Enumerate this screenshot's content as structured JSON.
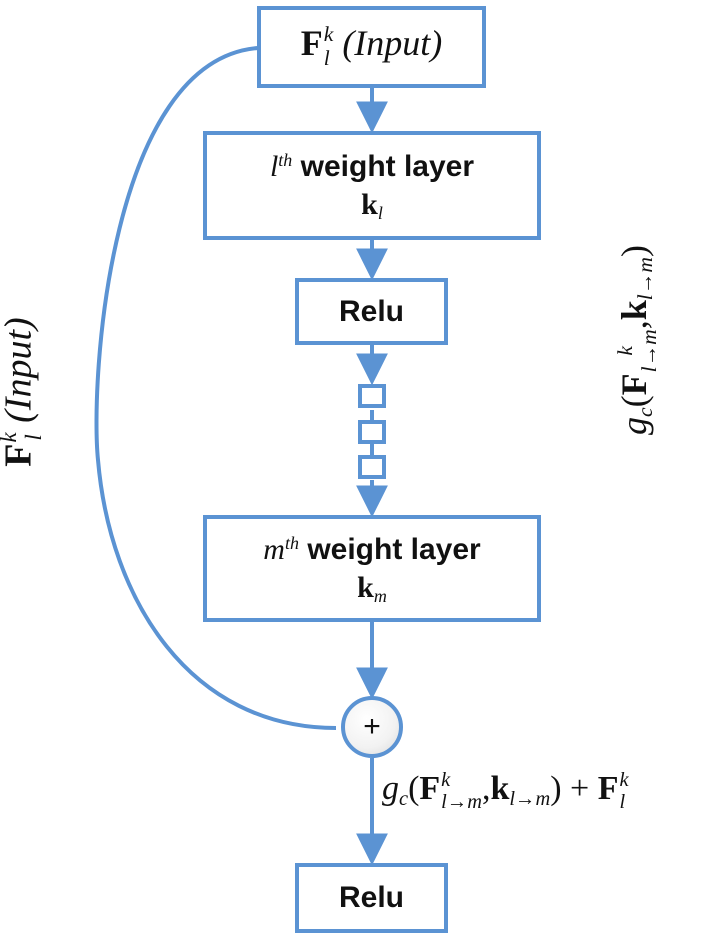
{
  "input_box": {
    "symbol": "F",
    "sup": "k",
    "sub": "l",
    "text": "(Input)"
  },
  "layer_l": {
    "prefix": "l",
    "prefix_sup": "th",
    "title": "weight layer",
    "kernel": "k",
    "kernel_sub": "l"
  },
  "relu_1": {
    "label": "Relu"
  },
  "layer_m": {
    "prefix": "m",
    "prefix_sup": "th",
    "title": "weight layer",
    "kernel": "k",
    "kernel_sub": "m"
  },
  "adder": {
    "symbol": "+"
  },
  "relu_2": {
    "label": "Relu"
  },
  "skip_label": {
    "symbol": "F",
    "sup": "k",
    "sub": "l",
    "text": "(Input)"
  },
  "side_label": {
    "func": "g",
    "func_sub": "c",
    "open": "(",
    "F": "F",
    "F_sup": "k",
    "F_sub": "l→m",
    "sep": ",",
    "k": "k",
    "k_sub": "l→m",
    "close": ")"
  },
  "output_label": {
    "func": "g",
    "func_sub": "c",
    "open": "(",
    "F": "F",
    "F_sup": "k",
    "F_sub": "l→m",
    "sep": ",",
    "k": "k",
    "k_sub": "l→m",
    "close": ")",
    "plus": "+",
    "F2": "F",
    "F2_sup": "k",
    "F2_sub": "l"
  },
  "colors": {
    "line": "#5b93d3"
  }
}
